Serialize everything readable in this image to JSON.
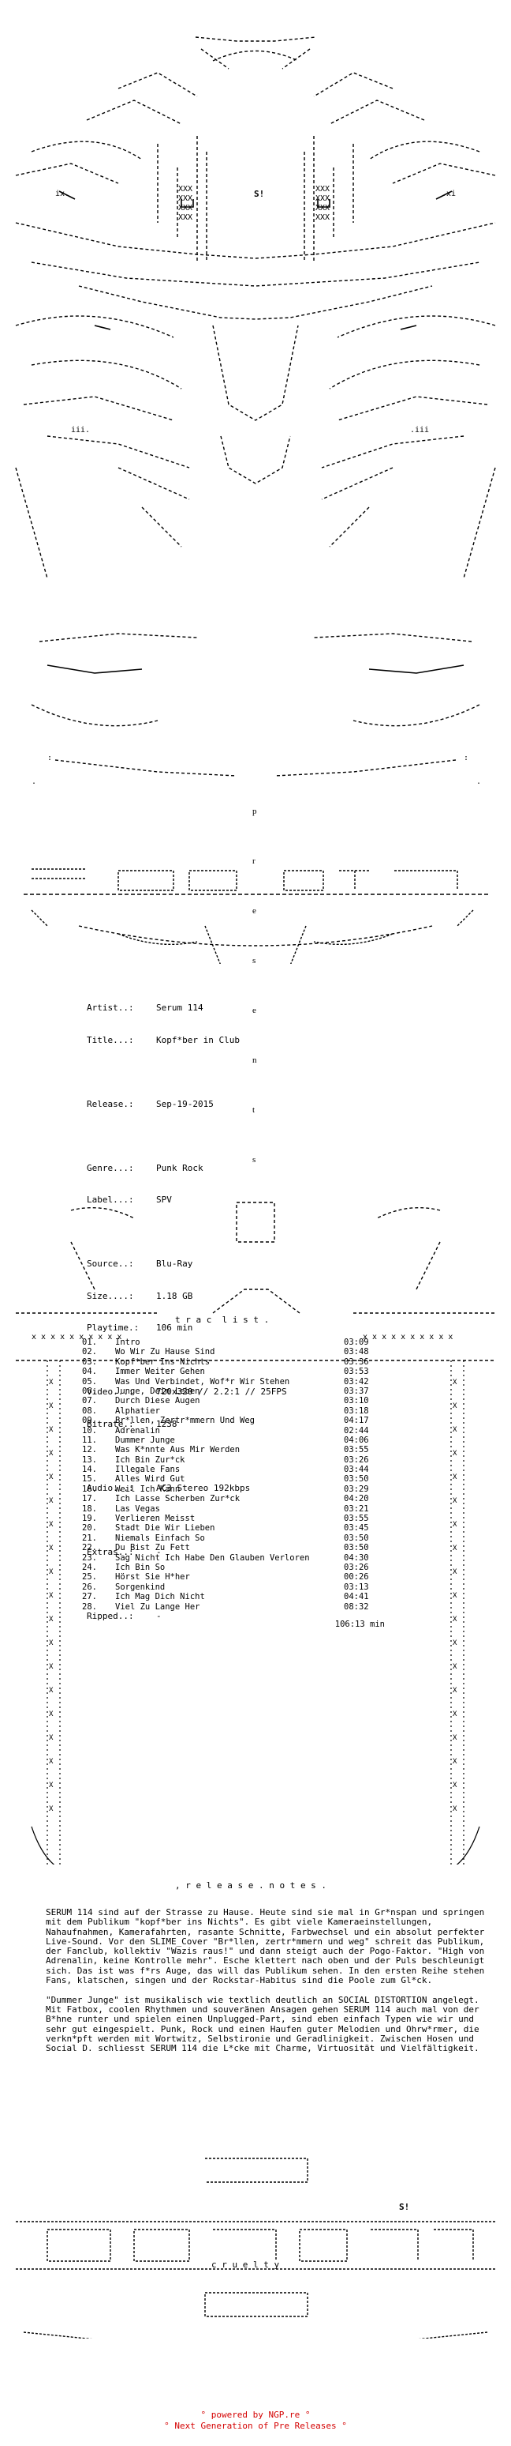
{
  "header_art": {
    "tag": "S!"
  },
  "presents": [
    "p",
    "r",
    "e",
    "s",
    "e",
    "n",
    "t",
    "s"
  ],
  "release": {
    "artist": {
      "label": "Artist..:",
      "value": "Serum 114"
    },
    "title": {
      "label": "Title...:",
      "value": "Kopf*ber in Club"
    },
    "date": {
      "label": "Release.:",
      "value": "Sep-19-2015"
    },
    "genre": {
      "label": "Genre...:",
      "value": "Punk Rock"
    },
    "label_name": {
      "label": "Label...:",
      "value": "SPV"
    },
    "source": {
      "label": "Source..:",
      "value": "Blu-Ray"
    },
    "size": {
      "label": "Size....:",
      "value": "1.18 GB"
    },
    "playtime": {
      "label": "Playtime.:",
      "value": "106 min"
    },
    "video": {
      "label": "Video...:",
      "value": "720x320 // 2.2:1 // 25FPS"
    },
    "bitrate": {
      "label": "Bitrate.:",
      "value": "1238"
    },
    "audio": {
      "label": "Audio...:",
      "value": "AC3 Stereo 192kbps"
    },
    "extras": {
      "label": "Extras..:",
      "value": "-"
    },
    "ripped": {
      "label": "Ripped..:",
      "value": "-"
    }
  },
  "tracklist_heading": "t r a c  l i s t .",
  "tracks": [
    {
      "num": "01.",
      "title": "Intro",
      "dur": "03:09"
    },
    {
      "num": "02.",
      "title": "Wo Wir Zu Hause Sind",
      "dur": "03:48"
    },
    {
      "num": "03.",
      "title": "Kopf*ber Ins Nichts",
      "dur": "03:36"
    },
    {
      "num": "04.",
      "title": "Immer Weiter Gehen",
      "dur": "03:53"
    },
    {
      "num": "05.",
      "title": "Was Und Verbindet, Wof*r Wir Stehen",
      "dur": "03:42"
    },
    {
      "num": "06.",
      "title": "Junge, Dein Leben",
      "dur": "03:37"
    },
    {
      "num": "07.",
      "title": "Durch Diese Augen",
      "dur": "03:10"
    },
    {
      "num": "08.",
      "title": "Alphatier",
      "dur": "03:18"
    },
    {
      "num": "09.",
      "title": "Br*llen, Zertr*mmern Und Weg",
      "dur": "04:17"
    },
    {
      "num": "10.",
      "title": "Adrenalin",
      "dur": "02:44"
    },
    {
      "num": "11.",
      "title": "Dummer Junge",
      "dur": "04:06"
    },
    {
      "num": "12.",
      "title": "Was K*nnte Aus Mir Werden",
      "dur": "03:55"
    },
    {
      "num": "13.",
      "title": "Ich Bin Zur*ck",
      "dur": "03:26"
    },
    {
      "num": "14.",
      "title": "Illegale Fans",
      "dur": "03:44"
    },
    {
      "num": "15.",
      "title": "Alles Wird Gut",
      "dur": "03:50"
    },
    {
      "num": "16.",
      "title": "Weil Ich Kann",
      "dur": "03:29"
    },
    {
      "num": "17.",
      "title": "Ich Lasse Scherben Zur*ck",
      "dur": "04:20"
    },
    {
      "num": "18.",
      "title": "Las Vegas",
      "dur": "03:21"
    },
    {
      "num": "19.",
      "title": "Verlieren Meisst",
      "dur": "03:55"
    },
    {
      "num": "20.",
      "title": "Stadt Die Wir Lieben",
      "dur": "03:45"
    },
    {
      "num": "21.",
      "title": "Niemals Einfach So",
      "dur": "03:50"
    },
    {
      "num": "22.",
      "title": "Du Bist Zu Fett",
      "dur": "03:50"
    },
    {
      "num": "23.",
      "title": "Sag Nicht Ich Habe Den Glauben Verloren",
      "dur": "04:30"
    },
    {
      "num": "24.",
      "title": "Ich Bin So",
      "dur": "03:26"
    },
    {
      "num": "25.",
      "title": "Hörst Sie H*her",
      "dur": "00:26"
    },
    {
      "num": "26.",
      "title": "Sorgenkind",
      "dur": "03:13"
    },
    {
      "num": "27.",
      "title": "Ich Mag Dich Nicht",
      "dur": "04:41"
    },
    {
      "num": "28.",
      "title": "Viel Zu Lange Her",
      "dur": "08:32"
    }
  ],
  "total_time": "106:13 min",
  "notes_heading": ", r e l e a s e . n o t e s .",
  "notes": [
    "SERUM 114 sind auf der Strasse zu Hause. Heute sind sie mal in Gr*nspan und springen mit dem Publikum \"kopf*ber ins Nichts\". Es gibt viele Kameraeinstellungen, Nahaufnahmen, Kamerafahrten, rasante Schnitte, Farbwechsel und ein absolut perfekter Live-Sound. Vor den SLIME_Cover \"Br*llen, zertr*mmern und weg\" schreit das Publikum, der Fanclub, kollektiv \"Wazis raus!\" und dann steigt auch der Pogo-Faktor. \"High von Adrenalin, keine Kontrolle mehr\". Esche klettert nach oben und der Puls beschleunigt sich. Das ist was f*rs Auge, das will das Publikum sehen. In den ersten Reihe stehen Fans, klatschen, singen und der Rockstar-Habitus sind die Poole zum Gl*ck.",
    "\"Dummer Junge\" ist musikalisch wie textlich deutlich an SOCIAL DISTORTION angelegt. Mit Fatbox, coolen Rhythmen und souveränen Ansagen gehen SERUM 114 auch mal von der B*hne runter und spielen einen Unplugged-Part, sind eben einfach Typen wie wir und sehr gut eingespielt. Punk, Rock und einen Haufen guter Melodien und Ohrw*rmer, die verkn*pft werden mit Wortwitz, Selbstironie und Geradlinigkeit. Zwischen Hosen und Social D. schliesst SERUM 114 die L*cke mit Charme, Virtuosität und Vielfältigkeit."
  ],
  "logo_tag": "S!",
  "logo_caption": "c r u e l t y",
  "footer": {
    "line1": "° powered by NGP.re °",
    "line2": "° Next Generation of Pre Releases °"
  },
  "colors": {
    "text": "#000000",
    "footer": "#d40000",
    "background": "#ffffff"
  }
}
